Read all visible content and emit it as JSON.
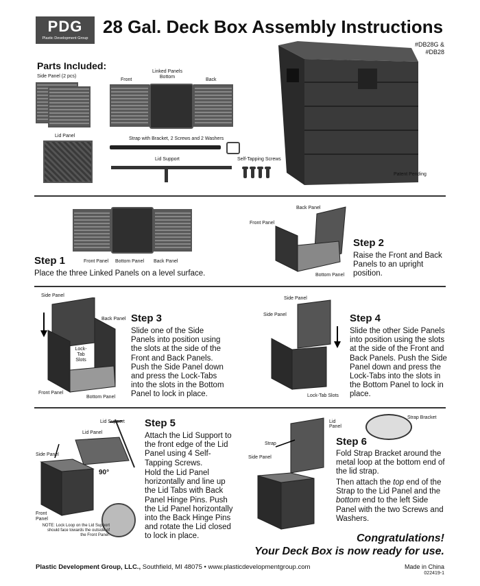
{
  "logo": {
    "text": "PDG",
    "sub": "Plastic Development Group"
  },
  "title": "28 Gal. Deck Box Assembly Instructions",
  "model": {
    "line1": "#DB28G &",
    "line2": "#DB28"
  },
  "parts": {
    "heading": "Parts Included:",
    "side_panel": "Side Panel (2 pcs)",
    "linked_panels": "Linked Panels",
    "front": "Front",
    "bottom": "Bottom",
    "back": "Back",
    "lid_panel": "Lid Panel",
    "strap": "Strap with Bracket, 2 Screws and 2 Washers",
    "lid_support": "Lid Support",
    "screws": "Self-Tapping Screws",
    "patent": "Patent Pending"
  },
  "step1": {
    "heading": "Step 1",
    "text": "Place the three Linked Panels on a level surface.",
    "front": "Front Panel",
    "bottom": "Bottom Panel",
    "back": "Back Panel"
  },
  "step2": {
    "heading": "Step 2",
    "text": "Raise the Front and Back Panels to an upright position.",
    "back": "Back Panel",
    "front": "Front Panel",
    "bottom": "Bottom Panel"
  },
  "step3": {
    "heading": "Step 3",
    "text": "Slide one of the Side Panels into position using the slots at the side of the Front and Back Panels. Push the Side Panel down and press the Lock-Tabs into the slots in the Bottom Panel to lock in place.",
    "side": "Side Panel",
    "back": "Back Panel",
    "lock": "Lock-Tab Slots",
    "front": "Front Panel",
    "bottom": "Bottom Panel"
  },
  "step4": {
    "heading": "Step 4",
    "text": "Slide the other Side Panels into position using the slots at the side of the Front and Back Panels. Push the Side Panel down and press the Lock-Tabs into the slots in the Bottom Panel to lock in place.",
    "side1": "Side Panel",
    "side2": "Side Panel",
    "lock": "Lock-Tab Slots"
  },
  "step5": {
    "heading": "Step 5",
    "text1": "Attach the Lid Support to the front edge of the Lid Panel using 4 Self-Tapping Screws.",
    "text2": "Hold the Lid Panel horizontally and line up the Lid Tabs with Back Panel Hinge Pins. Push the Lid Panel horizontally into the Back Hinge Pins and rotate the Lid closed to lock in place.",
    "lid_support": "Lid Support",
    "lid_panel": "Lid Panel",
    "side": "Side Panel",
    "front": "Front Panel",
    "angle": "90°",
    "note": "NOTE: Lock Loop on the Lid Support should face towards the outside of the Front Panel."
  },
  "step6": {
    "heading": "Step 6",
    "text1": "Fold Strap Bracket around the metal loop at the bottom end of the lid strap.",
    "text2a": "Then attach the ",
    "text2b": "top",
    "text2c": " end of the Strap to the Lid Panel and the ",
    "text2d": "bottom",
    "text2e": " end to the left Side Panel with the two Screws and Washers.",
    "bracket": "Strap Bracket",
    "lid": "Lid Panel",
    "strap": "Strap",
    "side": "Side Panel"
  },
  "congrats": {
    "line1": "Congratulations!",
    "line2": "Your Deck Box is now ready for use."
  },
  "footer": {
    "company": "Plastic Development Group, LLC.,",
    "city": " Southfield, MI 48075",
    "web": "  •  www.plasticdevelopmentgroup.com",
    "made": "Made in China",
    "code": "022419-1"
  }
}
